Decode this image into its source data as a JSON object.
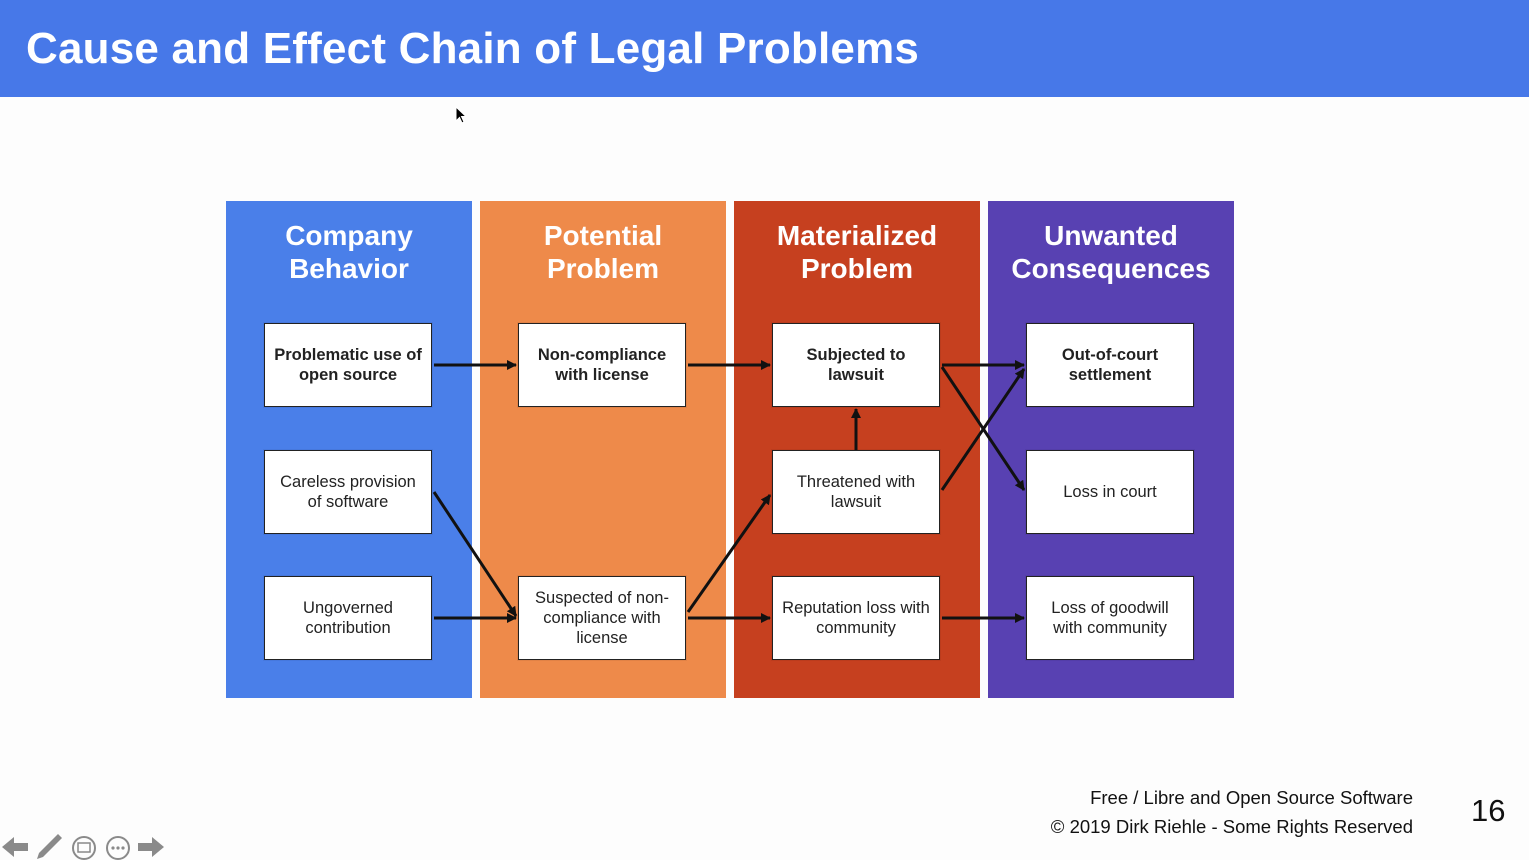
{
  "slide": {
    "title": "Cause and Effect Chain of Legal Problems",
    "columns": [
      {
        "title": "Company Behavior",
        "color": "#4a7fe9"
      },
      {
        "title": "Potential Problem",
        "color": "#ee8a4a"
      },
      {
        "title": "Materialized Problem",
        "color": "#c6401f"
      },
      {
        "title": "Unwanted Consequences",
        "color": "#5841b2"
      }
    ],
    "boxes": {
      "problematic_use": "Problematic use of open source",
      "careless_provision": "Careless provision of software",
      "ungoverned_contribution": "Ungoverned contribution",
      "non_compliance": "Non-compliance with license",
      "suspected_non_compliance": "Suspected of non-compliance with license",
      "subjected_lawsuit": "Subjected to lawsuit",
      "threatened_lawsuit": "Threatened with lawsuit",
      "reputation_loss": "Reputation loss with community",
      "out_of_court": "Out-of-court settlement",
      "loss_in_court": "Loss in court",
      "loss_goodwill": "Loss of goodwill with community"
    },
    "footer": {
      "line1": "Free / Libre and Open Source Software",
      "line2": "© 2019 Dirk Riehle - Some Rights Reserved",
      "page_number": "16"
    }
  },
  "controls": {
    "icons": [
      "previous-arrow-icon",
      "pen-icon",
      "slides-icon",
      "more-icon",
      "next-arrow-icon"
    ]
  }
}
